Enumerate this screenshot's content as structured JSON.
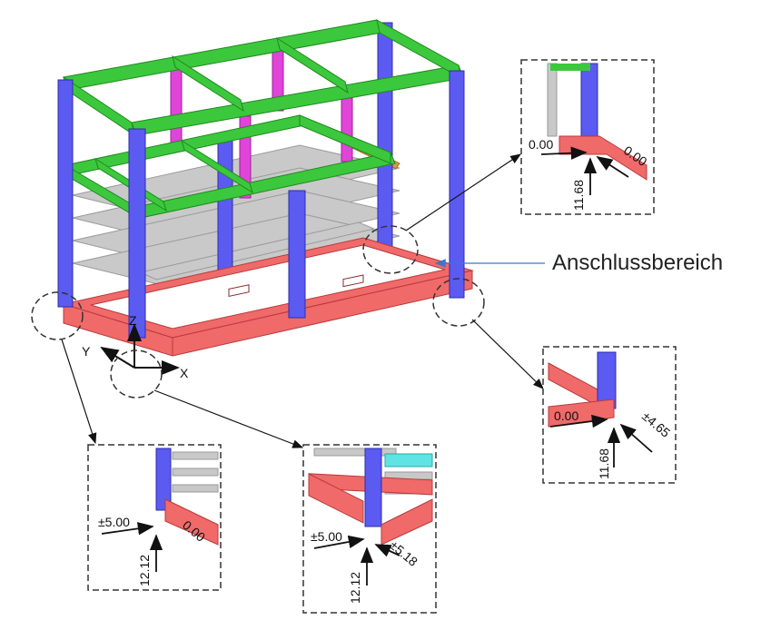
{
  "callout_label": "Anschlussbereich",
  "axes": {
    "x": "X",
    "y": "Y",
    "z": "Z"
  },
  "details": {
    "top_right": {
      "h": "0.00",
      "d": "0.00",
      "v": "11.68"
    },
    "right": {
      "h": "0.00",
      "d": "±4.65",
      "v": "11.68"
    },
    "bottom_left": {
      "h": "±5.00",
      "d": "0.00",
      "v": "12.12"
    },
    "bottom_center": {
      "h": "±5.00",
      "d": "±5.18",
      "v": "12.12"
    }
  },
  "colors": {
    "column": "#5a5af0",
    "top_beam": "#3cc83c",
    "pink": "#e040d8",
    "base": "#f06a6a",
    "grey": "#c8c8c8",
    "cyan": "#5fe0e0",
    "orange": "#d89a40"
  }
}
